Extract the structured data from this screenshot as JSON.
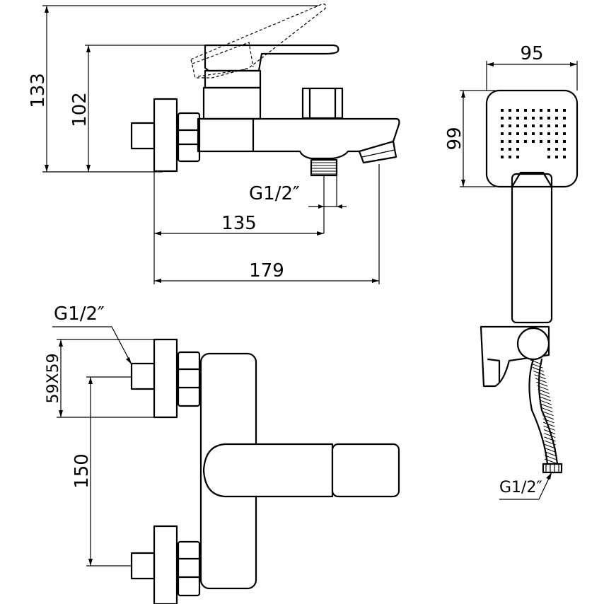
{
  "dimensions": {
    "height_total": "133",
    "height_body": "102",
    "thread_spout": "G1/2″",
    "length_to_spout": "135",
    "length_total": "179",
    "head_width": "95",
    "head_height": "99",
    "thread_inlet": "G1/2″",
    "flange_size": "59X59",
    "inlet_spacing": "150",
    "thread_hose": "G1/2″"
  }
}
